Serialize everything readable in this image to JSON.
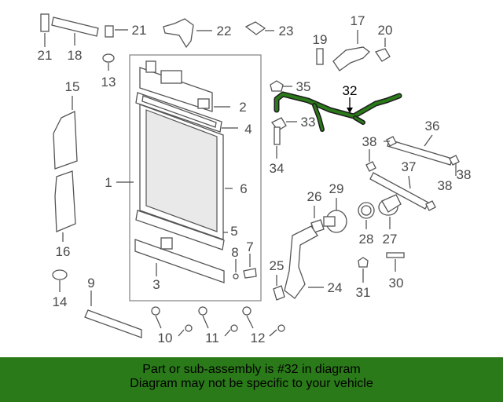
{
  "diagram": {
    "callouts": [
      "1",
      "2",
      "3",
      "4",
      "5",
      "6",
      "7",
      "8",
      "9",
      "10",
      "11",
      "12",
      "13",
      "14",
      "15",
      "16",
      "17",
      "18",
      "19",
      "20",
      "21",
      "21",
      "22",
      "23",
      "24",
      "25",
      "26",
      "27",
      "28",
      "29",
      "30",
      "31",
      "32",
      "33",
      "34",
      "35",
      "36",
      "37",
      "38",
      "38",
      "38"
    ],
    "highlight_part": "32",
    "highlight_color": "#2a7a19",
    "banner_color": "#2a7a19"
  },
  "banner": {
    "line1": "Part or sub-assembly is #32 in diagram",
    "line2": "Diagram may not be specific to your vehicle"
  }
}
